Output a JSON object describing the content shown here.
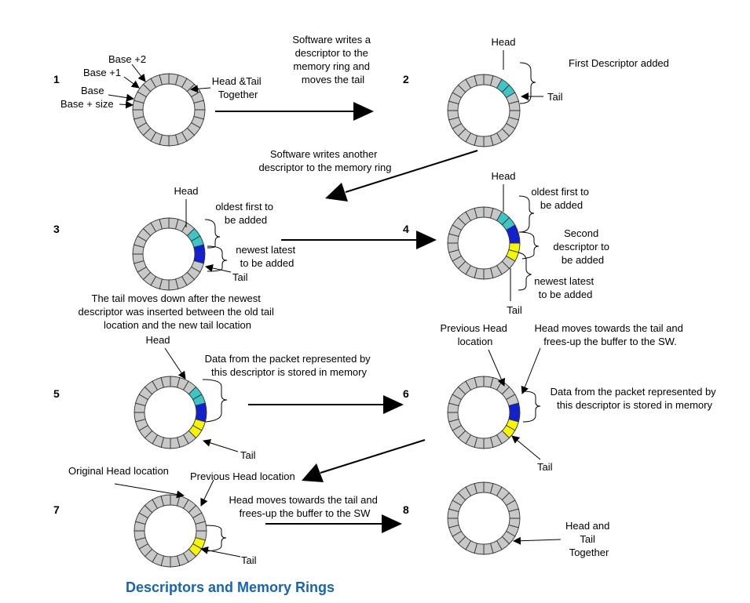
{
  "colors": {
    "segment_gray": "#c8c8c8",
    "head_cyan": "#3cc6c6",
    "desc_blue": "#1020d8",
    "newest_yellow": "#f6f600",
    "title_blue": "#1565b4"
  },
  "title": "Descriptors and Memory Rings",
  "steps": {
    "s1": {
      "number": "1",
      "base_plus_2": "Base +2",
      "base_plus_1": "Base +1",
      "base": "Base",
      "base_plus_size": "Base + size",
      "head_tail": [
        "Head &Tail",
        "Together"
      ]
    },
    "s2": {
      "number": "2",
      "head": "Head",
      "tail": "Tail",
      "first_added": "First Descriptor added"
    },
    "s3": {
      "number": "3",
      "head": "Head",
      "oldest": [
        "oldest first to",
        "be added"
      ],
      "newest": [
        "newest latest",
        "to be added"
      ],
      "tail": "Tail",
      "note": [
        "The tail moves down after the newest",
        "descriptor was inserted between the old tail",
        "location and the new tail location"
      ]
    },
    "s4": {
      "number": "4",
      "head": "Head",
      "oldest": [
        "oldest first to",
        "be added"
      ],
      "second": [
        "Second",
        "descriptor to",
        "be added"
      ],
      "newest": [
        "newest latest",
        "to be added"
      ],
      "tail": "Tail"
    },
    "s5": {
      "number": "5",
      "head": "Head",
      "data": [
        "Data from the packet represented by",
        "this descriptor is stored in memory"
      ],
      "tail": "Tail"
    },
    "s6": {
      "number": "6",
      "prev_head": [
        "Previous Head",
        "location"
      ],
      "head_moves": [
        "Head moves towards the tail and",
        "frees-up the buffer to the SW."
      ],
      "data": [
        "Data from the packet represented by",
        "this descriptor is stored in memory"
      ],
      "tail": "Tail"
    },
    "s7": {
      "number": "7",
      "original_head": "Original Head location",
      "prev_head": "Previous Head location",
      "head_moves": [
        "Head moves towards the tail and",
        "frees-up the buffer to the SW"
      ],
      "tail": "Tail"
    },
    "s8": {
      "number": "8",
      "head_tail": [
        "Head and",
        "Tail",
        "Together"
      ]
    }
  },
  "transitions": {
    "t1_2": [
      "Software writes a",
      "descriptor to the",
      "memory ring and",
      "moves the tail"
    ],
    "t2_3": [
      "Software writes another",
      "descriptor to the memory ring"
    ]
  }
}
